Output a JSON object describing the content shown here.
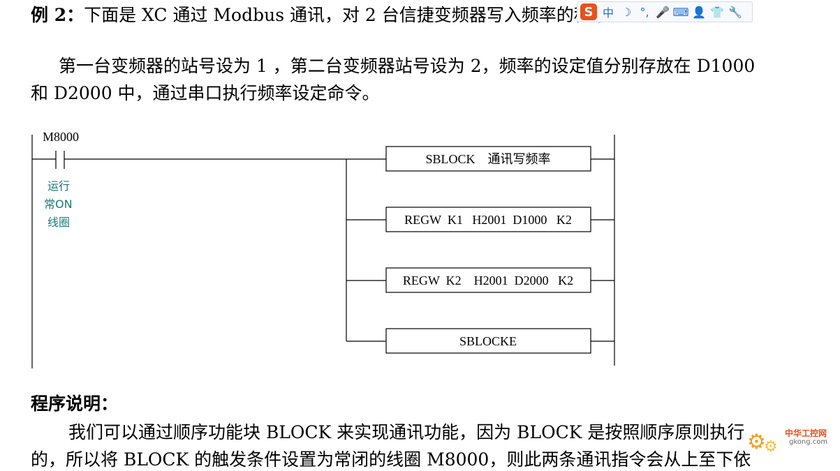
{
  "heading": {
    "example_label": "例 2：",
    "example_text": "下面是 XC 通过 Modbus 通讯，对 2 台信捷变频器写入频率的程序。"
  },
  "intro": {
    "line1": "第一台变频器的站号设为 1 ，第二台变频器站号设为 2，频率的设定值分别存放在 D1000",
    "line2": "和 D2000 中，通过串口执行频率设定命令。"
  },
  "ladder": {
    "contact_label": "M8000",
    "contact_note": [
      "运行",
      "常ON",
      "线圈"
    ],
    "instructions": [
      "SBLOCK    通讯写频率",
      "REGW  K1   H2001  D1000   K2",
      "REGW  K2    H2001  D2000   K2",
      "SBLOCKE"
    ]
  },
  "explanation": {
    "heading": "程序说明：",
    "line1": "我们可以通过顺序功能块 BLOCK 来实现通讯功能，因为 BLOCK 是按照顺序原则执行",
    "line2": "的，所以将 BLOCK 的触发条件设置为常闭的线圈 M8000，则此两条通讯指令会从上至下依"
  },
  "toolbar": {
    "logo": "S",
    "items": [
      "中",
      "☽",
      "°,",
      "🎤",
      "⌨",
      "👤",
      "👕",
      "🔧"
    ],
    "item_icons": [
      "chinese-mode-icon",
      "moon-icon",
      "punctuation-icon",
      "microphone-icon",
      "keyboard-icon",
      "user-icon",
      "skin-icon",
      "wrench-icon"
    ],
    "accent": "#1f6ed4",
    "logo_color": "#e8501f"
  },
  "watermark": {
    "cn": "中华工控网",
    "url": "gkong.com"
  }
}
